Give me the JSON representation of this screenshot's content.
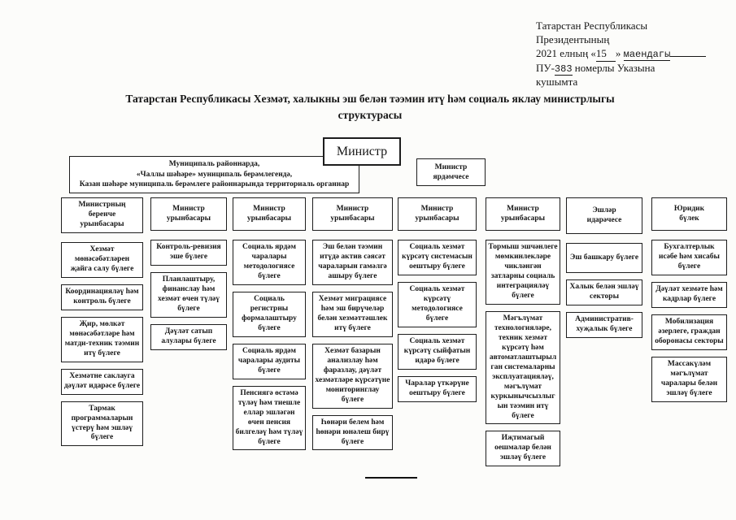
{
  "note": {
    "line1": "Татарстан Республикасы",
    "line2": "Президентының",
    "line3": {
      "prefix": "2021 елның «",
      "day": "15",
      "close": "»",
      "month": "маендагы"
    },
    "line4": {
      "prefix": "ПУ-",
      "number": "383",
      "suffix": " номерлы Указына"
    },
    "line5": "кушымта"
  },
  "title": {
    "line1": "Татарстан Республикасы Хезмәт, халыкны эш белән тәэмин итү һәм социаль яклау министрлыгы",
    "line2": "структурасы"
  },
  "minister_label": "Министр",
  "assistant_label": "Министр ярдәмчесе",
  "territorial": {
    "line1": "Муниципаль районнарда,",
    "line2": "«Чаллы шәһәре» муниципаль берәмлегендә,",
    "line3": "Казан шәһәре муниципаль берәмлеге районнарында территориаль органнар"
  },
  "columns": [
    {
      "head": "Министрның беренче урынбасары",
      "boxes": [
        "Хезмәт мөнәсәбәтләрен җайга салу бүлеге",
        "Координацияләү һәм контроль бүлеге",
        "Җир, мөлкәт мөнәсәбәтләре һәм матди-техник тәэмин итү бүлеге",
        "Хезмәтне саклауга дәүләт идарәсе бүлеге",
        "Тармак программаларын үстерү һәм эшләү бүлеге"
      ]
    },
    {
      "head": "Министр урынбасары",
      "boxes": [
        "Контроль-ревизия эше бүлеге",
        "Планлаштыру, финанслау һәм хезмәт өчен түләү бүлеге",
        "Дәүләт сатып алулары бүлеге"
      ]
    },
    {
      "head": "Министр урынбасары",
      "boxes": [
        "Социаль ярдәм чаралары методологиясе бүлеге",
        "Социаль регистрны формалаштыру бүлеге",
        "Социаль ярдәм чаралары аудиты бүлеге",
        "Пенсиягә өстәмә түләү һәм тиешле еллар эшләгән өчен пенсия билгеләү һәм түләү бүлеге"
      ]
    },
    {
      "head": "Министр урынбасары",
      "boxes": [
        "Эш белән тәэмин итүдә актив сәясәт чараларын гамәлгә ашыру бүлеге",
        "Хезмәт миграциясе һәм эш бирүчеләр белән хезмәттәшлек итү бүлеге",
        "Хезмәт базарын анализлау һәм фаразлау, дәүләт хезмәтләре күрсәтүне мониторинглау бүлеге",
        "Һөнәри белем һәм һөнәри юнәлеш бирү бүлеге"
      ]
    },
    {
      "head": "Министр урынбасары",
      "boxes": [
        "Социаль хезмәт күрсәтү системасын оештыру бүлеге",
        "Социаль хезмәт күрсәтү методологиясе бүлеге",
        "Социаль хезмәт күрсәтү сыйфатын идарә бүлеге",
        "Чаралар үткәрүне оештыру бүлеге"
      ]
    },
    {
      "head": "Министр урынбасары",
      "boxes": [
        "Тормыш эшчәнлеге мөмкинлекләре чикләнгән затларны социаль интеграцияләү бүлеге",
        "Мәгълүмат технологияләре, техник хезмәт күрсәтү һәм автоматлаштырылган системаларны эксплуатацияләү, мәгълүмат куркынычсызлыгын тәэмин итү бүлеге",
        "Иҗтимагый оешмалар белән эшләү бүлеге"
      ]
    },
    {
      "head": "Эшләр идарәчесе",
      "boxes": [
        "Эш башкару бүлеге",
        "Халык белән эшләү секторы",
        "Административ-хуҗалык бүлеге"
      ]
    },
    {
      "head": "Юридик бүлек",
      "boxes": [
        "Бухгалтерлык исәбе һәм хисабы бүлеге",
        "Дәүләт хезмәте һәм кадрлар бүлеге",
        "Мобилизация әзерлеге, граждан оборонасы секторы",
        "Массакүләм мәгълүмат чаралары белән эшләү бүлеге"
      ]
    }
  ]
}
